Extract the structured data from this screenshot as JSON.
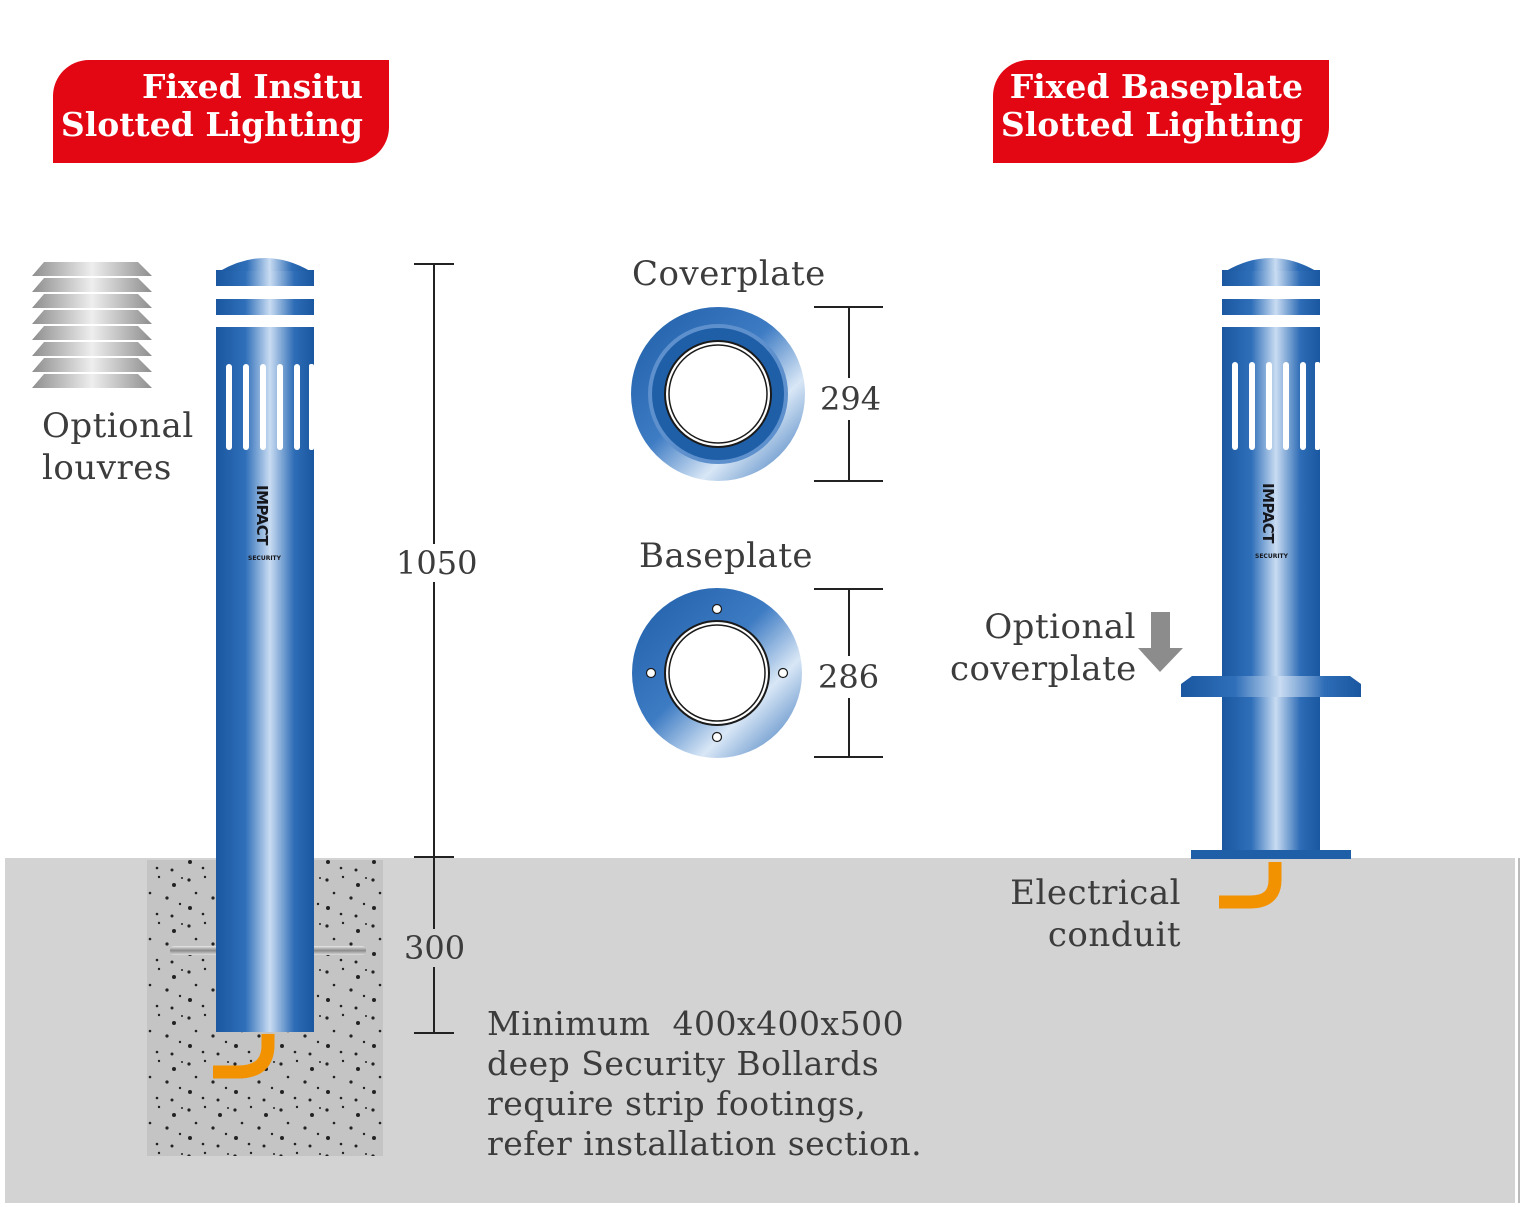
{
  "badges": {
    "left": {
      "line1": "Fixed Insitu",
      "line2": "Slotted Lighting"
    },
    "right": {
      "line1": "Fixed Baseplate",
      "line2": "Slotted Lighting"
    }
  },
  "labels": {
    "optional_louvres": [
      "Optional",
      "louvres"
    ],
    "coverplate_title": "Coverplate",
    "baseplate_title": "Baseplate",
    "optional_coverplate": [
      "Optional",
      "coverplate"
    ],
    "electrical_conduit": [
      "Electrical",
      "conduit"
    ],
    "footing_note": [
      "Minimum  400x400x500",
      "deep Security Bollards",
      "require strip footings,",
      "refer installation section."
    ],
    "brand": "IMPACT",
    "brand_sub": "SECURITY"
  },
  "dimensions": {
    "height_above": "1050",
    "depth_below": "300",
    "coverplate_diameter": "294",
    "baseplate_diameter": "286"
  },
  "colors": {
    "accent_red": "#e30613",
    "bollard_blue": "#1f5fa8",
    "ground_grey": "#d3d3d3",
    "conduit_orange": "#f39200"
  }
}
